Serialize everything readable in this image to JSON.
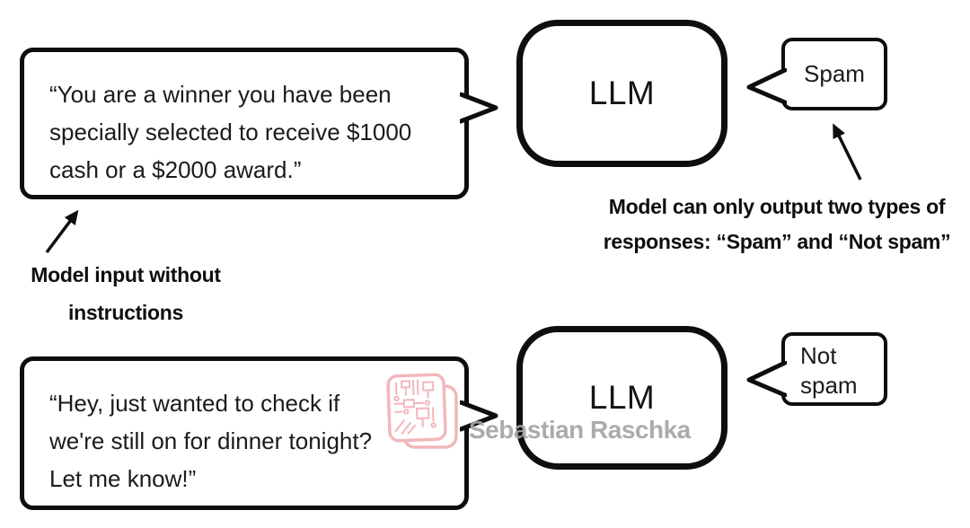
{
  "top_flow": {
    "input_bubble": {
      "line1": "“You are a winner you have been",
      "line2": "specially selected to receive $1000",
      "line3": "cash or a $2000 award.”"
    },
    "llm_label": "LLM",
    "output_bubble": {
      "label": "Spam"
    },
    "input_annotation": {
      "line1": "Model input without",
      "line2": "instructions"
    },
    "output_annotation": {
      "line1": "Model can only output two types of",
      "line2": "responses: “Spam” and “Not spam”"
    }
  },
  "bottom_flow": {
    "input_bubble": {
      "line1": "“Hey, just wanted to check if",
      "line2": "we're still on for dinner tonight?",
      "line3": "Let me know!”"
    },
    "llm_label": "LLM",
    "output_bubble": {
      "line1": "Not",
      "line2": "spam"
    }
  },
  "watermark": {
    "author": "Sebastian Raschka",
    "logo": "circuit-chip-logo"
  },
  "colors": {
    "ink": "#0e0e0e",
    "background": "#ffffff",
    "watermark_text": "#a4a4a4",
    "watermark_logo": "#f0a6aa"
  }
}
